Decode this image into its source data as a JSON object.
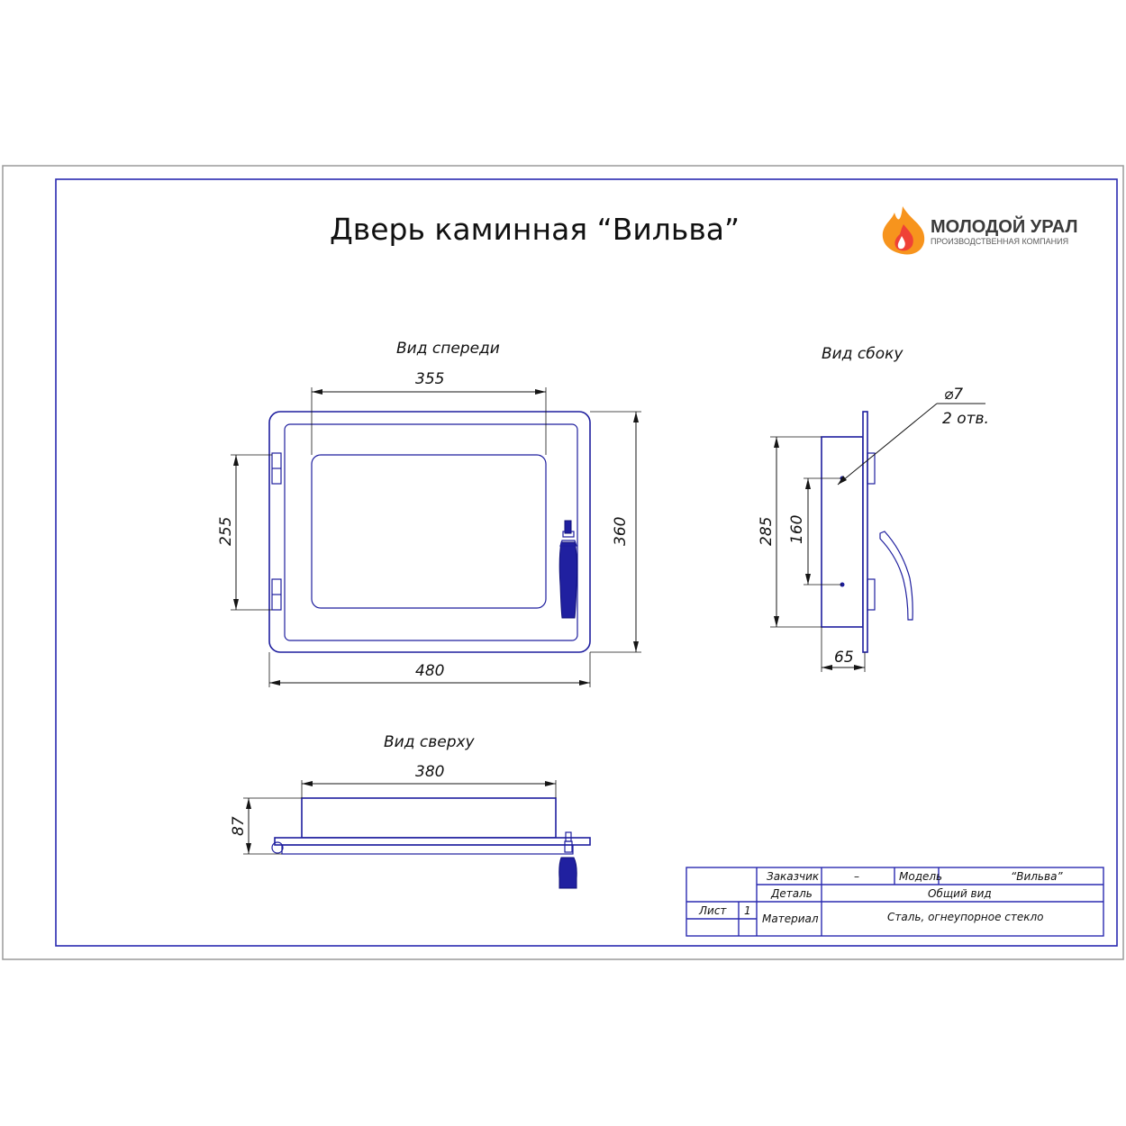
{
  "title": "Дверь каминная “Вильва”",
  "logo": {
    "name": "МОЛОДОЙ УРАЛ",
    "tagline": "ПРОИЗВОДСТВЕННАЯ КОМПАНИЯ",
    "icon": "flame-icon",
    "flame_colors": [
      "#f7941d",
      "#ef4136"
    ]
  },
  "views": {
    "front": {
      "label": "Вид спереди",
      "dims": {
        "glass_width": "355",
        "overall_width": "480",
        "overall_height": "360",
        "hinge_spacing": "255"
      }
    },
    "side": {
      "label": "Вид сбоку",
      "dims": {
        "hole_diameter": "⌀7",
        "hole_count": "2 отв.",
        "body_height": "285",
        "hole_spacing": "160",
        "depth": "65"
      }
    },
    "top": {
      "label": "Вид сверху",
      "dims": {
        "body_width": "380",
        "depth": "87"
      }
    }
  },
  "title_block": {
    "customer_label": "Заказчик",
    "customer_value": "–",
    "model_label": "Модель",
    "model_value": "“Вильва”",
    "part_label": "Деталь",
    "part_value": "Общий вид",
    "sheet_label": "Лист",
    "sheet_value": "1",
    "material_label": "Материал",
    "material_value": "Сталь, огнеупорное стекло"
  },
  "colors": {
    "frame": "#2a2ab0",
    "part_outline": "#1e1e9e",
    "handle_fill": "#2020a0",
    "dimension": "#151515"
  }
}
